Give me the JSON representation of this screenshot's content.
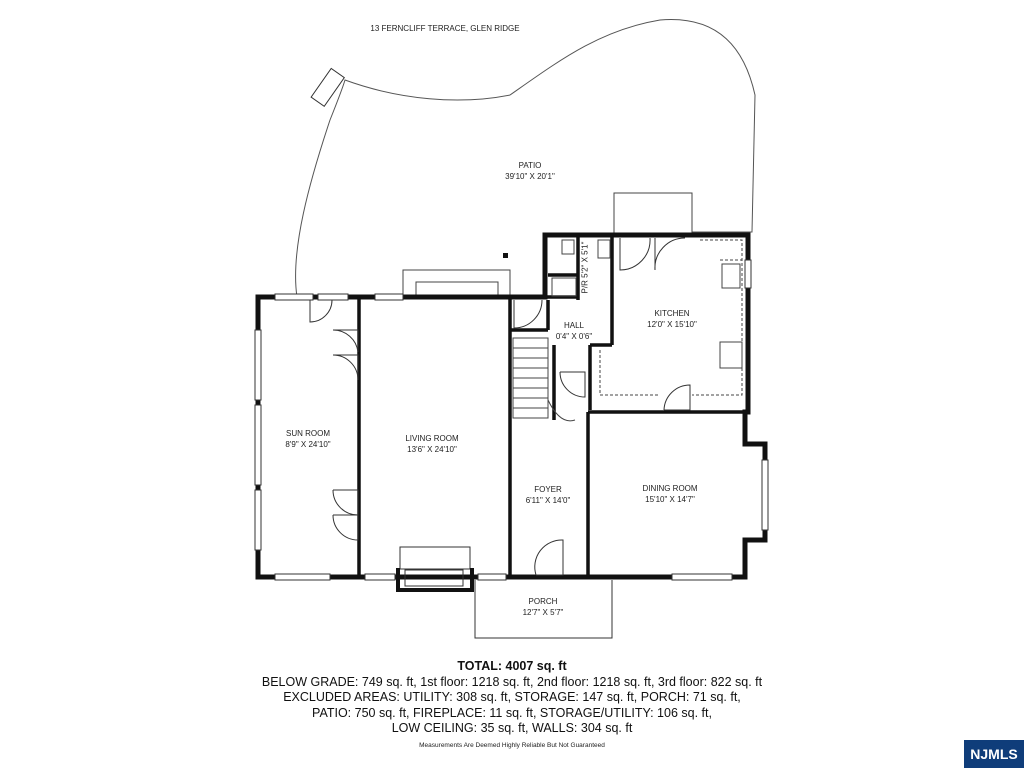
{
  "address": "13 FERNCLIFF TERRACE, GLEN RIDGE",
  "rooms": {
    "patio": {
      "name": "PATIO",
      "dims": "39'10\" X 20'1\""
    },
    "kitchen": {
      "name": "KITCHEN",
      "dims": "12'0\" X 15'10\""
    },
    "hall": {
      "name": "HALL",
      "dims": "0'4\" X 0'6\""
    },
    "pr": {
      "name": "P/R",
      "dims": "5'2\" X 5'1\""
    },
    "sun_room": {
      "name": "SUN ROOM",
      "dims": "8'9\" X 24'10\""
    },
    "living_room": {
      "name": "LIVING ROOM",
      "dims": "13'6\" X 24'10\""
    },
    "foyer": {
      "name": "FOYER",
      "dims": "6'11\" X 14'0\""
    },
    "dining_room": {
      "name": "DINING ROOM",
      "dims": "15'10\" X 14'7\""
    },
    "porch": {
      "name": "PORCH",
      "dims": "12'7\" X 5'7\""
    }
  },
  "totals": {
    "total": "TOTAL: 4007 sq. ft",
    "line1": "BELOW GRADE: 749 sq. ft, 1st floor: 1218 sq. ft, 2nd floor: 1218 sq. ft, 3rd floor: 822 sq. ft",
    "line2": "EXCLUDED AREAS: UTILITY: 308 sq. ft, STORAGE: 147 sq. ft, PORCH: 71 sq. ft,",
    "line3": "PATIO: 750 sq. ft, FIREPLACE: 11 sq. ft, STORAGE/UTILITY: 106 sq. ft,",
    "line4": "LOW CEILING: 35 sq. ft, WALLS: 304 sq. ft"
  },
  "disclaimer": "Measurements Are Deemed Highly Reliable But Not Guaranteed",
  "badge": "NJMLS"
}
